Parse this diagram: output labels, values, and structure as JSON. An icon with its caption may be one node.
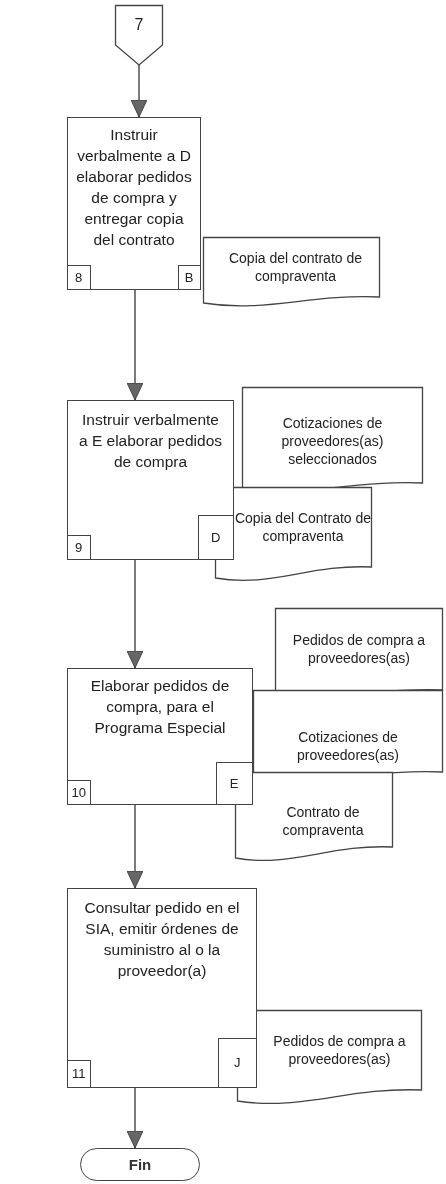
{
  "diagram": {
    "nodes": [
      {
        "text": [
          "7"
        ]
      },
      {
        "text": [
          "Instruir verbalmente a D elaborar pedidos de compra y entregar copia del contrato"
        ]
      },
      {
        "text": [
          "8"
        ],
        "in": 1
      },
      {
        "text": [
          "B"
        ],
        "in": 1
      },
      {
        "text": [
          "Copia del contrato de compraventa"
        ]
      },
      {
        "text": [
          "Instruir verbalmente a E elaborar pedidos de compra"
        ]
      },
      {
        "text": [
          "9"
        ],
        "in": 5
      },
      {
        "text": [
          "D"
        ],
        "in": 5
      },
      {
        "text": [
          "Cotizaciones de proveedores(as) seleccionados"
        ]
      },
      {
        "text": [
          "Copia del Contrato de compraventa"
        ]
      },
      {
        "text": [
          "Elaborar pedidos de compra, para el Programa Especial"
        ]
      },
      {
        "text": [
          "10"
        ],
        "in": 10
      },
      {
        "text": [
          "E"
        ],
        "in": 10
      },
      {
        "text": [
          "Pedidos de compra a proveedores(as)"
        ]
      },
      {
        "text": [
          "Cotizaciones de proveedores(as)"
        ]
      },
      {
        "text": [
          "Contrato de compraventa"
        ]
      },
      {
        "text": [
          "Consultar pedido en el SIA, emitir órdenes de suministro al o la proveedor(a)"
        ]
      },
      {
        "text": [
          "11"
        ],
        "in": 16
      },
      {
        "text": [
          "J"
        ],
        "in": 16
      },
      {
        "text": [
          "Pedidos de compra a proveedores(as)"
        ]
      },
      {
        "text": [
          "Fin"
        ]
      }
    ],
    "edges": [
      {
        "from": 0,
        "to": 1,
        "arrow": "to"
      },
      {
        "from": 1,
        "to": 5,
        "arrow": "to"
      },
      {
        "from": 5,
        "to": 10,
        "arrow": "to"
      },
      {
        "from": 10,
        "to": 16,
        "arrow": "to"
      },
      {
        "from": 16,
        "to": 20,
        "arrow": "to"
      }
    ]
  }
}
